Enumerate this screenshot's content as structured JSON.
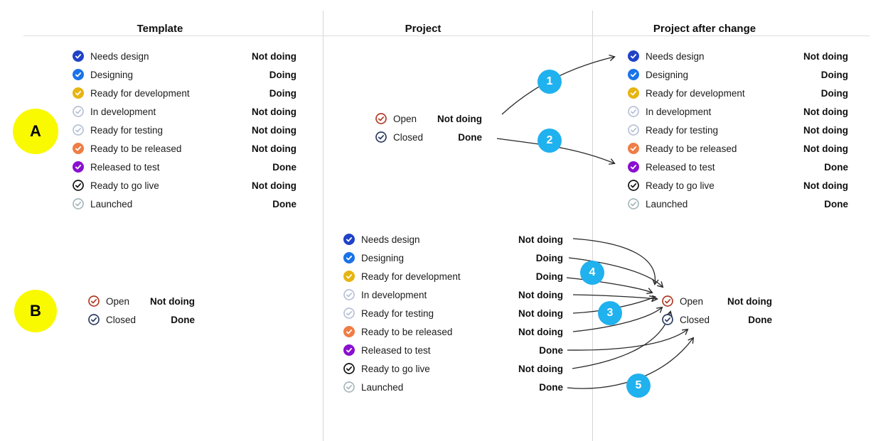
{
  "diagram": {
    "columns": [
      {
        "title": "Template"
      },
      {
        "title": "Project"
      },
      {
        "title": "Project after change"
      }
    ],
    "annotation_badges": {
      "bg_color": "#f9f900",
      "letters": [
        "A",
        "B"
      ]
    },
    "step_badges": {
      "bg_color": "#20b1ef",
      "numbers": [
        "1",
        "2",
        "3",
        "4",
        "5"
      ]
    },
    "workflow": {
      "items": [
        {
          "label": "Needs design",
          "value": "Not doing",
          "icon": "check-circle-icon",
          "style": "filled",
          "color": "#2042c8"
        },
        {
          "label": "Designing",
          "value": "Doing",
          "icon": "check-circle-icon",
          "style": "filled",
          "color": "#1a73e8"
        },
        {
          "label": "Ready for development",
          "value": "Doing",
          "icon": "check-circle-icon",
          "style": "filled",
          "color": "#e7b411"
        },
        {
          "label": "In development",
          "value": "Not doing",
          "icon": "check-circle-icon",
          "style": "outline",
          "color": "#b7c1d6"
        },
        {
          "label": "Ready for testing",
          "value": "Not doing",
          "icon": "check-circle-icon",
          "style": "outline",
          "color": "#b7c1d6"
        },
        {
          "label": "Ready to be released",
          "value": "Not doing",
          "icon": "check-circle-icon",
          "style": "filled",
          "color": "#ef7d45"
        },
        {
          "label": "Released to test",
          "value": "Done",
          "icon": "check-circle-icon",
          "style": "filled",
          "color": "#8a10d0"
        },
        {
          "label": "Ready to go live",
          "value": "Not doing",
          "icon": "check-circle-icon",
          "style": "outline",
          "color": "#111111"
        },
        {
          "label": "Launched",
          "value": "Done",
          "icon": "check-circle-icon",
          "style": "outline",
          "color": "#a6b8bc"
        }
      ]
    },
    "simple": {
      "items": [
        {
          "label": "Open",
          "value": "Not doing",
          "icon": "check-circle-icon",
          "style": "outline",
          "color": "#b03c28"
        },
        {
          "label": "Closed",
          "value": "Done",
          "icon": "check-circle-icon",
          "style": "outline",
          "color": "#2d3c64"
        }
      ]
    }
  }
}
